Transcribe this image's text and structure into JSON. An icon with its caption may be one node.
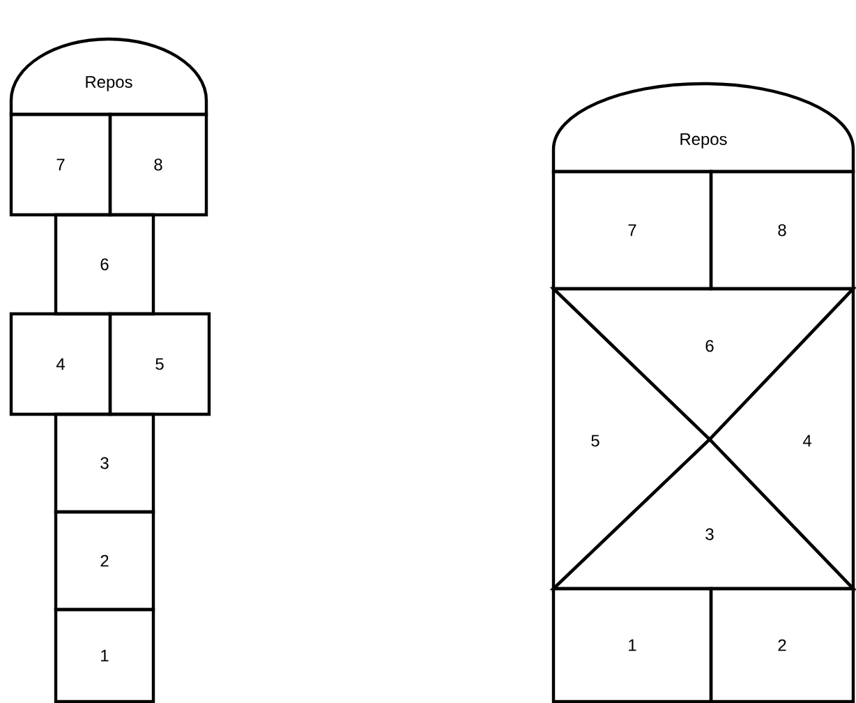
{
  "diagram": {
    "nodes": [
      {
        "text": [
          "Repos"
        ]
      },
      {
        "text": [
          "7"
        ]
      },
      {
        "text": [
          "8"
        ]
      },
      {
        "text": [
          "6"
        ]
      },
      {
        "text": [
          "4"
        ]
      },
      {
        "text": [
          "5"
        ]
      },
      {
        "text": [
          "3"
        ]
      },
      {
        "text": [
          "2"
        ]
      },
      {
        "text": [
          "1"
        ]
      },
      {
        "text": [
          "Repos"
        ]
      },
      {
        "text": [
          "7"
        ]
      },
      {
        "text": [
          "8"
        ]
      },
      {
        "text": [
          "6"
        ]
      },
      {
        "text": [
          "5"
        ]
      },
      {
        "text": [
          "4"
        ]
      },
      {
        "text": [
          "3"
        ]
      },
      {
        "text": [
          "1"
        ]
      },
      {
        "text": [
          "2"
        ]
      }
    ]
  }
}
